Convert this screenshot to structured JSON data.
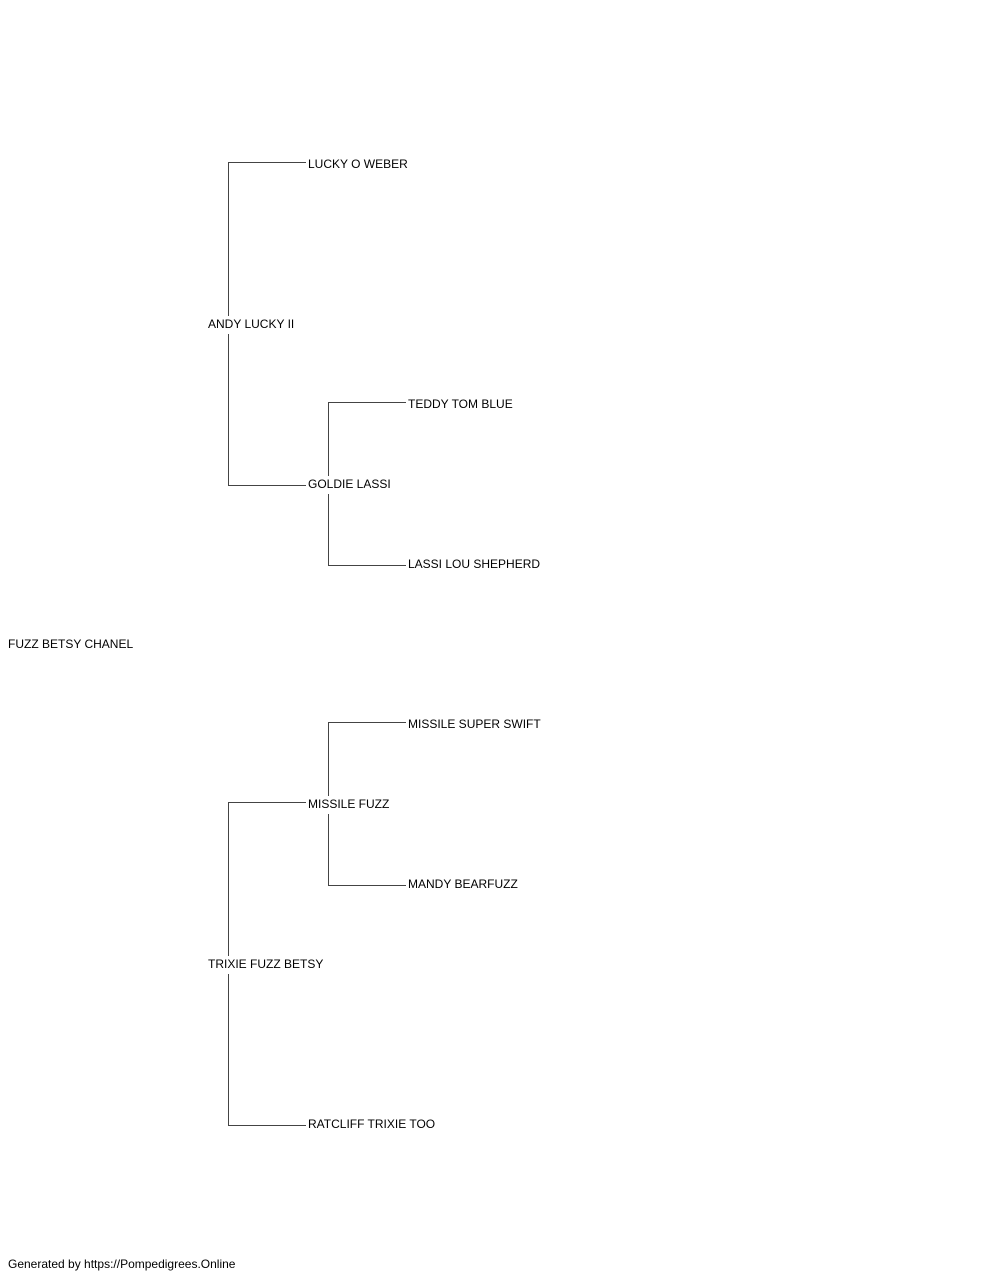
{
  "pedigree": {
    "subject": "FUZZ BETSY CHANEL",
    "sire": {
      "name": "ANDY LUCKY II",
      "sire": {
        "name": "LUCKY O WEBER"
      },
      "dam": {
        "name": "GOLDIE LASSI",
        "sire": {
          "name": "TEDDY TOM BLUE"
        },
        "dam": {
          "name": "LASSI LOU SHEPHERD"
        }
      }
    },
    "dam": {
      "name": "TRIXIE FUZZ BETSY",
      "sire": {
        "name": "MISSILE FUZZ",
        "sire": {
          "name": "MISSILE SUPER SWIFT"
        },
        "dam": {
          "name": "MANDY BEARFUZZ"
        }
      },
      "dam": {
        "name": "RATCLIFF TRIXIE TOO"
      }
    }
  },
  "footer": {
    "text": "Generated by https://Pompedigrees.Online"
  }
}
